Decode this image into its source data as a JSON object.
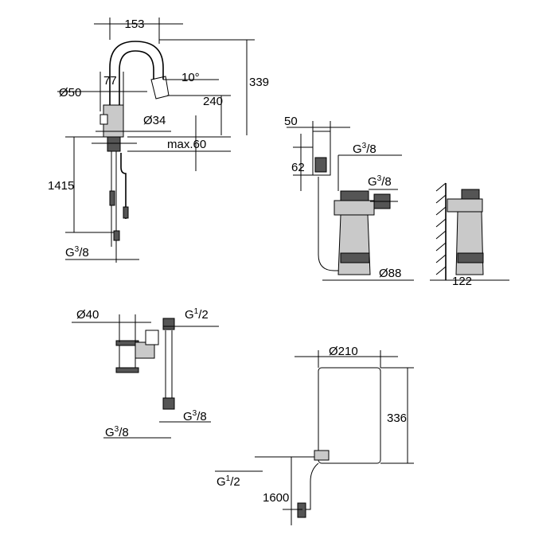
{
  "faucet_view": {
    "width": "153",
    "spout_angle": "10°",
    "total_height": "339",
    "outlet_height": "240",
    "base_diameter": "Ø50",
    "reach": "77",
    "hole_diameter": "Ø34",
    "deck_thickness": "max.60",
    "hose_length": "1415",
    "connection_main": "G",
    "connection_sup": "3",
    "connection_sub": "/8"
  },
  "filter_view": {
    "box_width": "50",
    "box_height": "62",
    "conn1_main": "G",
    "conn1_sup": "3",
    "conn1_sub": "/8",
    "conn2_main": "G",
    "conn2_sup": "3",
    "conn2_sub": "/8",
    "filter_diameter": "Ø88",
    "wall_depth": "122"
  },
  "valve_view": {
    "valve_diameter": "Ø40",
    "top_main": "G",
    "top_sup": "1",
    "top_sub": "/2",
    "right_main": "G",
    "right_sup": "3",
    "right_sub": "/8",
    "left_main": "G",
    "left_sup": "3",
    "left_sub": "/8"
  },
  "boiler_view": {
    "diameter": "Ø210",
    "height": "336",
    "inlet_main": "G",
    "inlet_sup": "1",
    "inlet_sub": "/2",
    "cable_length": "1600"
  }
}
